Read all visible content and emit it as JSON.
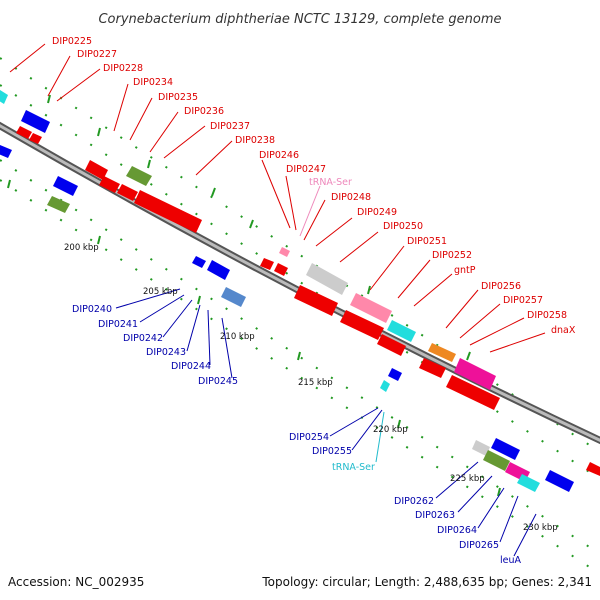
{
  "title": "Corynebacterium diphtheriae NCTC 13129, complete genome",
  "footer": {
    "accession": "Accession: NC_002935",
    "topology": "Topology: circular; Length: 2,488,635 bp; Genes: 2,341"
  },
  "colors": {
    "forward_label": "#dd0000",
    "reverse_label": "#0000aa",
    "trna_forward_label": "#ee88bb",
    "trna_reverse_label": "#22bbcc",
    "backbone": "#888888",
    "tick": "#229922",
    "cds_forward": "#ee0000",
    "cds_reverse": "#0000ee",
    "rna": "#ff88aa",
    "unknown": "#cccccc",
    "green_cog": "#669933",
    "cyan_cog": "#22dddd",
    "steelblue_cog": "#5588cc",
    "magenta_cog": "#ee1199",
    "orange_cog": "#ee8822"
  },
  "scale_labels": [
    "200 kbp",
    "205 kbp",
    "210 kbp",
    "215 kbp",
    "220 kbp",
    "225 kbp",
    "230 kbp"
  ],
  "forward_labels": [
    "DIP0225",
    "DIP0227",
    "DIP0228",
    "DIP0234",
    "DIP0235",
    "DIP0236",
    "DIP0237",
    "DIP0238",
    "DIP0246",
    "DIP0247",
    "tRNA-Ser",
    "DIP0248",
    "DIP0249",
    "DIP0250",
    "DIP0251",
    "DIP0252",
    "gntP",
    "DIP0256",
    "DIP0257",
    "DIP0258",
    "dnaX"
  ],
  "reverse_labels": [
    "DIP0240",
    "DIP0241",
    "DIP0242",
    "DIP0243",
    "DIP0244",
    "DIP0245",
    "DIP0254",
    "DIP0255",
    "tRNA-Ser",
    "DIP0262",
    "DIP0263",
    "DIP0264",
    "DIP0265",
    "leuA"
  ]
}
